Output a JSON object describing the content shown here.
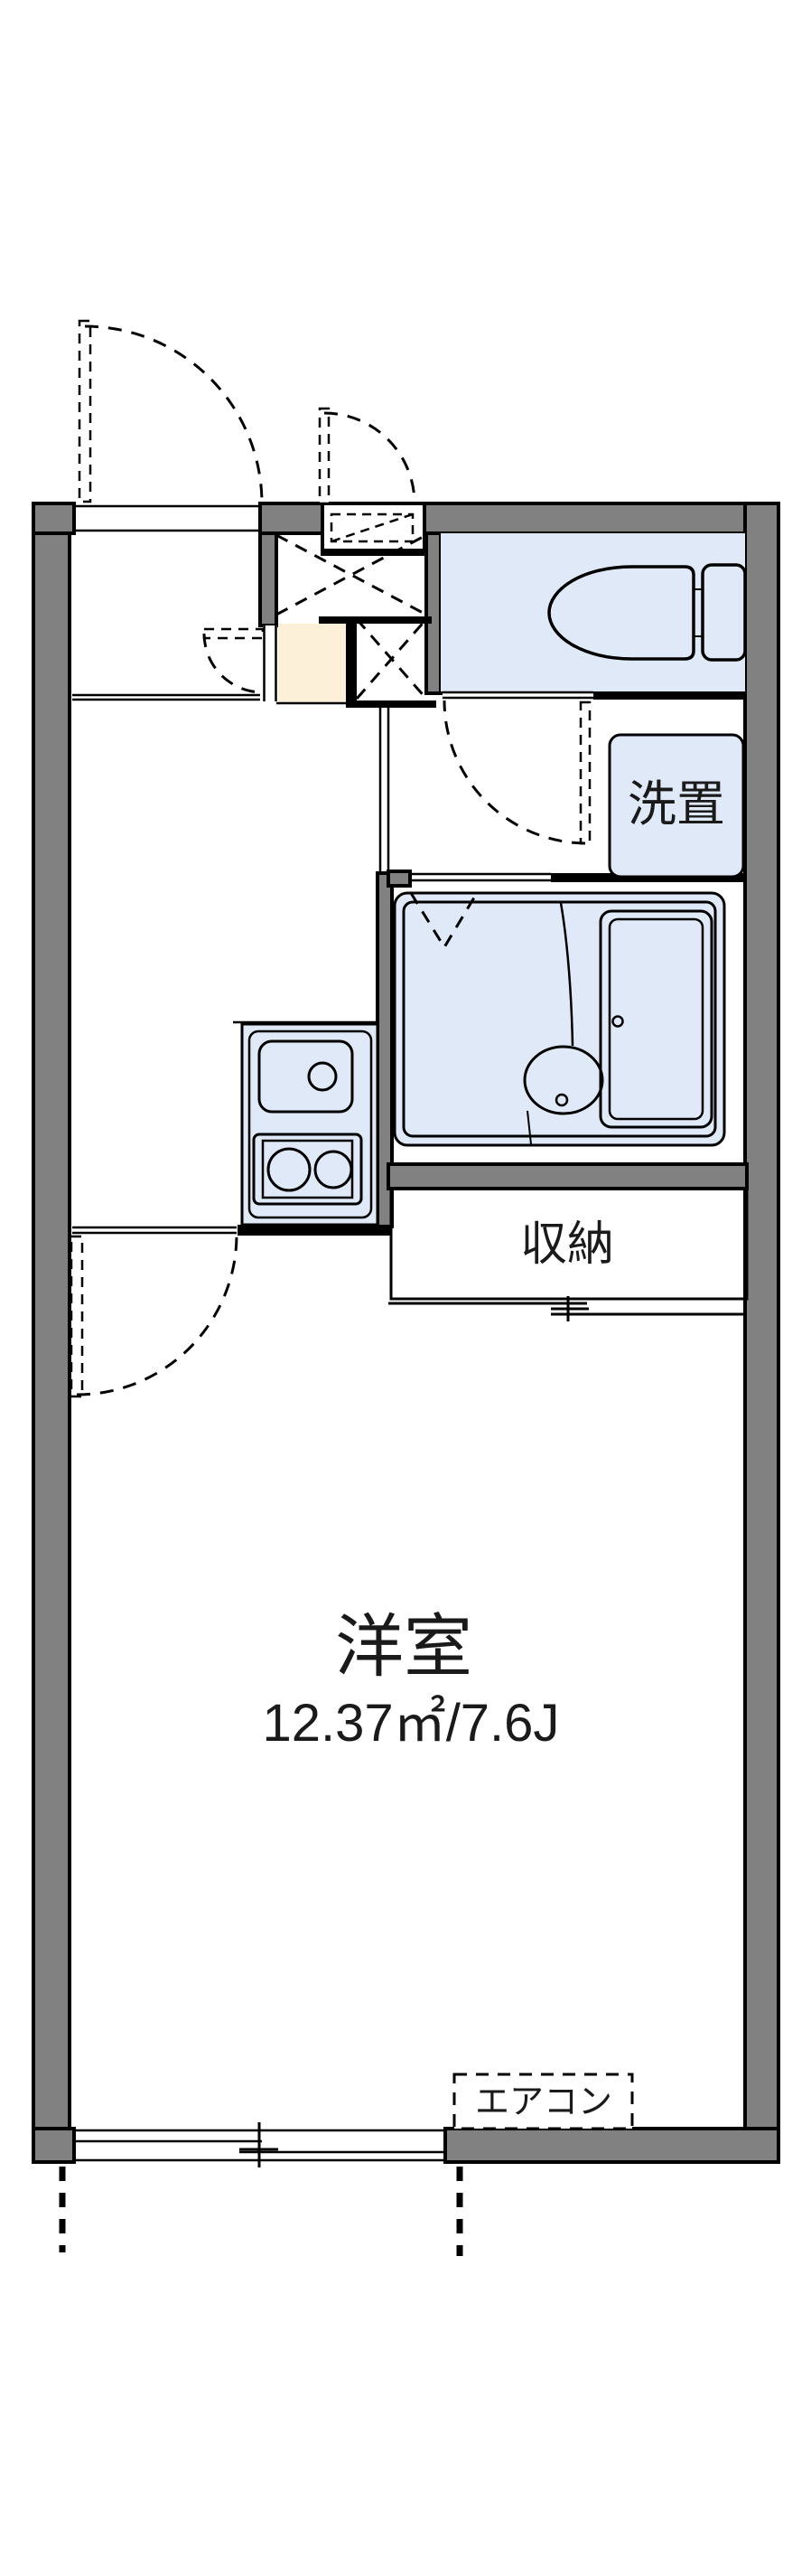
{
  "floor_plan": {
    "rooms": {
      "western_room": {
        "name": "洋室",
        "area": "12.37㎡/7.6J"
      },
      "storage": {
        "name": "収納"
      },
      "washer_space": {
        "name": "洗置"
      },
      "aircon": {
        "name": "エアコン"
      }
    },
    "colors": {
      "wall": "#818181",
      "wet_area_fill": "#dfe9f8",
      "entry_storage_fill": "#fcf0d8",
      "line": "#000000",
      "background": "#ffffff",
      "text": "#1a1a1a"
    },
    "icons": {
      "toilet-icon": "toilet bowl with tank (top view)",
      "bathtub-icon": "unit bath with tub and washbasin (top view)",
      "kitchen-sink-icon": "sink with drain circle",
      "stove-icon": "two burner stove circles",
      "door-swing-icon": "dashed quarter-circle door swing",
      "folding-door-icon": "dashed V fold door",
      "sliding-window-icon": "double-track window lines",
      "shoe-cabinet-icon": "dashed X storage marks"
    }
  }
}
